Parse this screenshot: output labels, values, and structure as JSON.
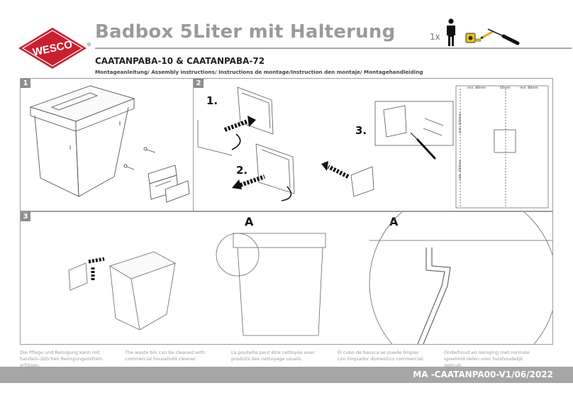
{
  "header": {
    "brand": "WESCO",
    "registered": "®",
    "title": "Badbox 5Liter mit Halterung",
    "subtitle": "CAATANPABA-10 & CAATANPABA-72",
    "instructions": "Montageanleitung/ Assembly instructions/ Instructions de montage/Instruction den montaje/ Montagehandleiding",
    "quantity": "1x",
    "tool_icons": [
      "person-icon",
      "tape-measure-icon",
      "pencil-icon",
      "screwdriver-icon"
    ]
  },
  "panels": {
    "p1": {
      "number": "1"
    },
    "p2": {
      "number": "2",
      "steps": [
        "1.",
        "2.",
        "3."
      ],
      "dimensions": {
        "top_left": "min. 80mm",
        "top_mid": "64mm",
        "top_right": "min. 80mm",
        "side_upper": "min. 100mm",
        "side_lower": "min. 200mm"
      }
    },
    "p3": {
      "number": "3",
      "detail_label_1": "A",
      "detail_label_2": "A"
    }
  },
  "care_texts": [
    "Die Pflege und Reinigung kann mit handels-üblichen Reinigungsmitteln erfolgen.",
    "The waste bin can be cleaned with commercial household cleaner.",
    "La poubelle peut être nettoyée avec produits des nettoyage usuels.",
    "El cubo de basura se puede limpiar con limpiador domestico commercial.",
    "Onderhoud en reiniging met normale spoelmid-delen voor huishoudelijk gebruik."
  ],
  "footer": {
    "doc_number": "MA -CAATANPA00-V1/06/2022"
  },
  "colors": {
    "brand_red": "#c8202f",
    "header_gray": "#9a9a9a",
    "footer_bar": "#a6a6a6"
  }
}
